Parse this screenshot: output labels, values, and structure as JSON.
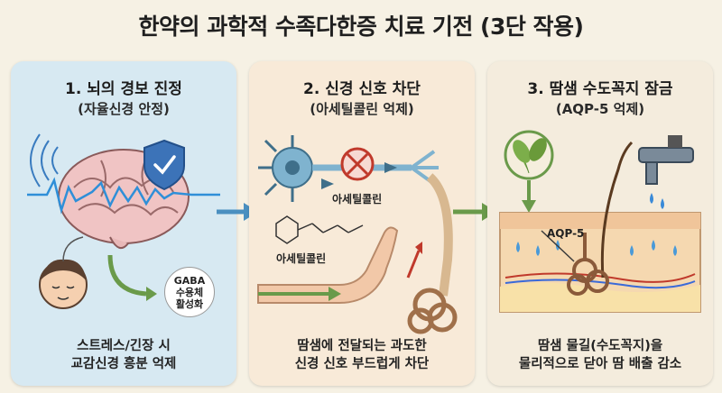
{
  "title": "한약의 과학적 수족다한증 치료 기전 (3단 작용)",
  "panels": [
    {
      "title": "1. 뇌의 경보 진정",
      "subtitle": "(자율신경 안정)",
      "badge_lines": [
        "GABA",
        "수용체",
        "활성화"
      ],
      "caption_lines": [
        "스트레스/긴장 시",
        "교감신경 흥분 억제"
      ],
      "icons": [
        "brain-icon",
        "shield-check-icon",
        "face-icon"
      ]
    },
    {
      "title": "2. 신경 신호 차단",
      "subtitle": "(아세틸콜린 억제)",
      "labels": [
        "아세틸콜린",
        "아세틸콜린"
      ],
      "caption_lines": [
        "땀샘에 전달되는 과도한",
        "신경 신호 부드럽게 차단"
      ],
      "icons": [
        "neuron-icon",
        "block-icon",
        "molecule-icon",
        "hand-icon"
      ]
    },
    {
      "title": "3. 땀샘 수도꼭지 잠금",
      "subtitle": "(AQP-5 억제)",
      "labels": [
        "AQP-5"
      ],
      "caption_lines": [
        "땀샘 물길(수도꼭지)을",
        "물리적으로 닫아 땀 배출 감소"
      ],
      "icons": [
        "herb-icon",
        "faucet-icon",
        "skin-icon"
      ]
    }
  ],
  "colors": {
    "panel1_bg": "#d7e9f2",
    "panel2_bg": "#f8ead8",
    "panel3_bg": "#f4ecdd",
    "arrow": "#4a8fc0",
    "green_arrow": "#6a9a4a"
  }
}
